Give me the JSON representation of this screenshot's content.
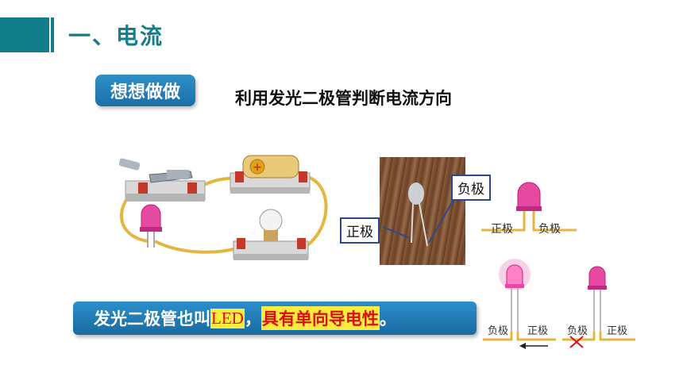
{
  "header": {
    "title": "一、电流"
  },
  "badge": {
    "label": "想想做做"
  },
  "subtitle": "利用发光二极管判断电流方向",
  "photo": {
    "neg_label": "负极",
    "pos_label": "正极"
  },
  "diagram_top": {
    "pos_label": "正极",
    "neg_label": "负极"
  },
  "diagram_left": {
    "neg_label": "负极",
    "pos_label": "正极"
  },
  "diagram_right": {
    "neg_label": "负极",
    "pos_label": "正极"
  },
  "banner": {
    "prefix": "发光二极管也叫",
    "led": "LED",
    "comma": "，",
    "highlight": "具有单向导电性",
    "suffix": "。"
  },
  "colors": {
    "teal": "#117e8a",
    "blue": "#1a6fa8",
    "highlight": "#ffeb3b",
    "red_text": "#d91010",
    "wire": "#e3b73f",
    "led": "#e0308a"
  }
}
